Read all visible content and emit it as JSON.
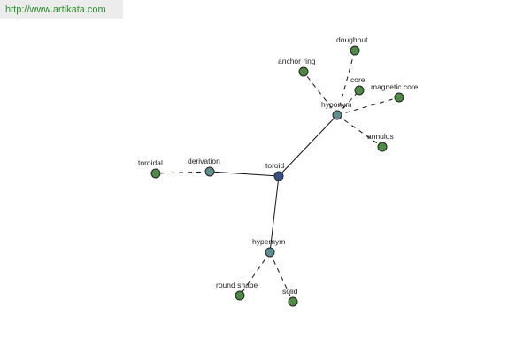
{
  "banner": {
    "url": "http://www.artikata.com"
  },
  "colors": {
    "root": "#3a4f86",
    "relation": "#5e8f8e",
    "leaf": "#4e8a44"
  },
  "graph": {
    "nodes": [
      {
        "id": "toroid",
        "label": "toroid",
        "kind": "root"
      },
      {
        "id": "hyponym",
        "label": "hyponym",
        "kind": "relation"
      },
      {
        "id": "derivation",
        "label": "derivation",
        "kind": "relation"
      },
      {
        "id": "hypernym",
        "label": "hypernym",
        "kind": "relation"
      },
      {
        "id": "doughnut",
        "label": "doughnut",
        "kind": "leaf"
      },
      {
        "id": "anchor-ring",
        "label": "anchor ring",
        "kind": "leaf"
      },
      {
        "id": "core",
        "label": "core",
        "kind": "leaf"
      },
      {
        "id": "magnetic-core",
        "label": "magnetic core",
        "kind": "leaf"
      },
      {
        "id": "annulus",
        "label": "annulus",
        "kind": "leaf"
      },
      {
        "id": "toroidal",
        "label": "toroidal",
        "kind": "leaf"
      },
      {
        "id": "round-shape",
        "label": "round shape",
        "kind": "leaf"
      },
      {
        "id": "solid",
        "label": "solid",
        "kind": "leaf"
      }
    ],
    "edges": [
      {
        "from": "toroid",
        "to": "hyponym",
        "style": "solid"
      },
      {
        "from": "toroid",
        "to": "derivation",
        "style": "solid"
      },
      {
        "from": "toroid",
        "to": "hypernym",
        "style": "solid"
      },
      {
        "from": "hyponym",
        "to": "doughnut",
        "style": "dashed"
      },
      {
        "from": "hyponym",
        "to": "anchor-ring",
        "style": "dashed"
      },
      {
        "from": "hyponym",
        "to": "core",
        "style": "dashed"
      },
      {
        "from": "hyponym",
        "to": "magnetic-core",
        "style": "dashed"
      },
      {
        "from": "hyponym",
        "to": "annulus",
        "style": "dashed"
      },
      {
        "from": "derivation",
        "to": "toroidal",
        "style": "dashed"
      },
      {
        "from": "hypernym",
        "to": "round-shape",
        "style": "dashed"
      },
      {
        "from": "hypernym",
        "to": "solid",
        "style": "dashed"
      }
    ]
  }
}
